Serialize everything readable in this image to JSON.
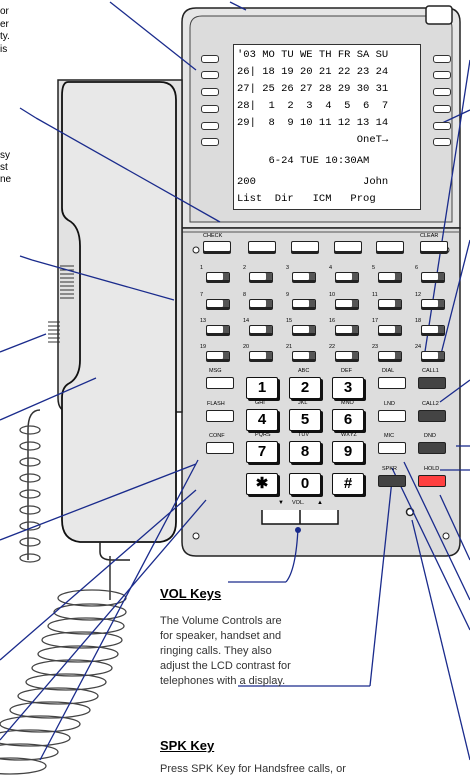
{
  "left_texts": {
    "t1": [
      "or",
      "er",
      "ty.",
      "is"
    ],
    "t2": [
      "sy",
      "st",
      "ne"
    ]
  },
  "lcd": {
    "rows": [
      "'03 MO TU WE TH FR SA SU",
      "26| 18 19 20 21 22 23 24",
      "27| 25 26 27 28 29 30 31",
      "28|  1  2  3  4  5  6  7",
      "29|  8  9 10 11 12 13 14",
      "                   OneT→",
      "",
      "     6-24 TUE 10:30AM",
      "",
      "200                 John",
      "List  Dir   ICM   Prog"
    ]
  },
  "keys": {
    "check": "CHECK",
    "clear": "CLEAR",
    "msg": "MSG",
    "flash": "FLASH",
    "conf": "CONF",
    "dial": "DIAL",
    "call1": "CALL1",
    "lnd": "LND",
    "call2": "CALL2",
    "mic": "MIC",
    "dnd": "DND",
    "spkr": "SPKR",
    "hold": "HOLD",
    "vol": "VOL.",
    "vol_down": "▼",
    "vol_up": "▲",
    "line_numbers": [
      "1",
      "2",
      "3",
      "4",
      "5",
      "6",
      "7",
      "8",
      "9",
      "10",
      "11",
      "12",
      "13",
      "14",
      "15",
      "16",
      "17",
      "18",
      "19",
      "20",
      "21",
      "22",
      "23",
      "24"
    ],
    "dialpad": [
      {
        "d": "1",
        "l": ""
      },
      {
        "d": "2",
        "l": "ABC"
      },
      {
        "d": "3",
        "l": "DEF"
      },
      {
        "d": "4",
        "l": "GHI"
      },
      {
        "d": "5",
        "l": "JKL"
      },
      {
        "d": "6",
        "l": "MNO"
      },
      {
        "d": "7",
        "l": "PQRS"
      },
      {
        "d": "8",
        "l": "TUV"
      },
      {
        "d": "9",
        "l": "WXYZ"
      },
      {
        "d": "✱",
        "l": ""
      },
      {
        "d": "0",
        "l": ""
      },
      {
        "d": "#",
        "l": ""
      }
    ]
  },
  "callouts": {
    "vol_title": "VOL Keys",
    "vol_desc": [
      "The Volume Controls are",
      "for speaker, handset and",
      "ringing calls. They also",
      "adjust the LCD contrast for",
      "telephones with a display."
    ],
    "spk_title": "SPK Key",
    "spk_desc": "Press SPK Key for Handsfree calls, or"
  },
  "colors": {
    "hold_key": "#ff4040",
    "line": "#1a2b8c"
  }
}
